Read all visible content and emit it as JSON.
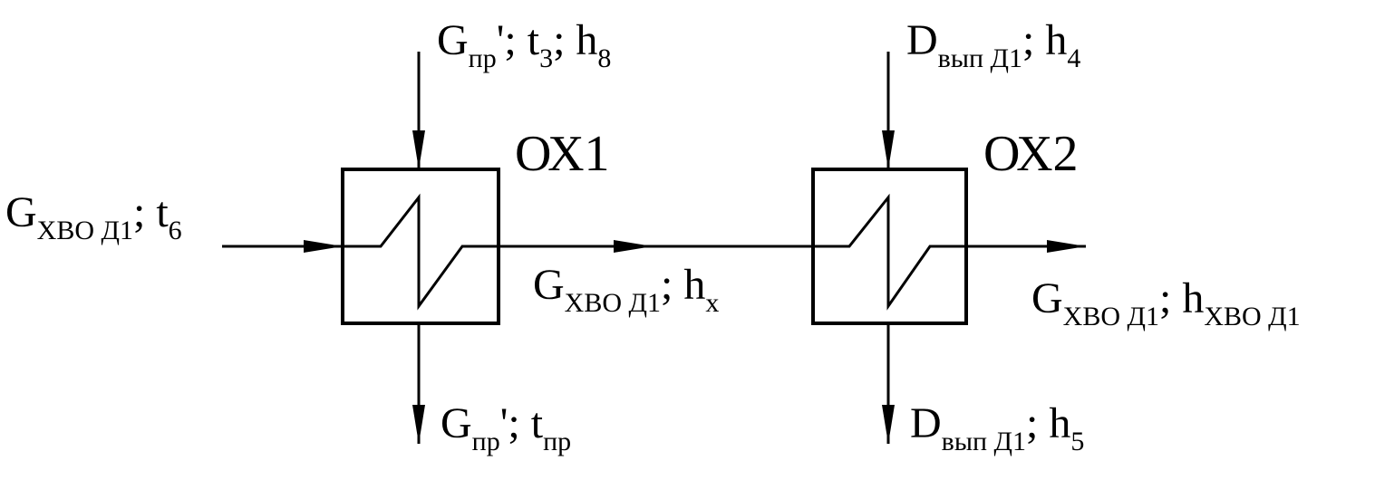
{
  "exchangers": [
    {
      "id": "OX1",
      "label": "ОХ1"
    },
    {
      "id": "OX2",
      "label": "ОХ2"
    }
  ],
  "streams": {
    "inlet_water": {
      "g": "G",
      "sub1": "ХВО Д1",
      "sep": "; t",
      "sub2": "6"
    },
    "mid_water": {
      "g": "G",
      "sub1": "ХВО Д1",
      "sep": "; h",
      "sub2": "х"
    },
    "outlet_water": {
      "g": "G",
      "sub1": "ХВО Д1",
      "sep": "; h",
      "sub2": "ХВО Д1"
    },
    "purge_in": {
      "g": "G",
      "sub1": "пр",
      "sep": "'; t",
      "sub2": "3",
      "sep2": "; h",
      "sub3": "8"
    },
    "purge_out": {
      "g": "G",
      "sub1": "пр",
      "sep": "'; t",
      "sub2": "пр"
    },
    "vapor_in": {
      "g": "D",
      "sub1": "вып Д1",
      "sep": "; h",
      "sub2": "4"
    },
    "vapor_out": {
      "g": "D",
      "sub1": "вып Д1",
      "sep": "; h",
      "sub2": "5"
    }
  },
  "colors": {
    "line": "#000000",
    "background": "#ffffff"
  }
}
